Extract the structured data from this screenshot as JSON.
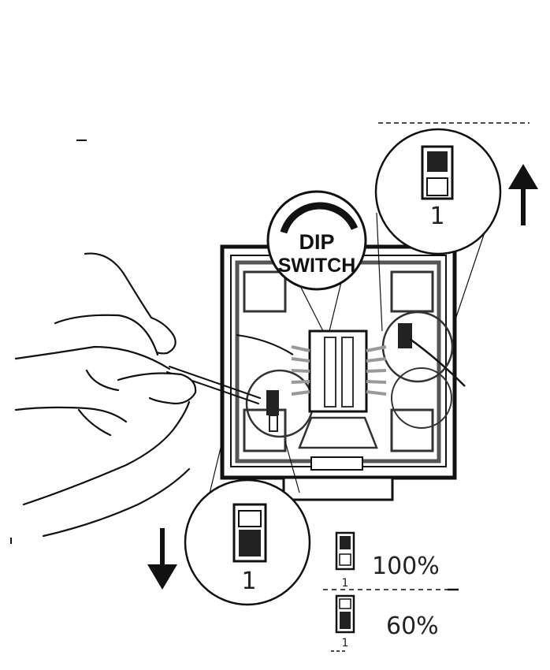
{
  "badge": {
    "line1": "DIP",
    "line2": "SWITCH"
  },
  "callout_up": {
    "switch_number": "1",
    "direction": "up"
  },
  "callout_down": {
    "switch_number": "1",
    "direction": "down"
  },
  "legend": [
    {
      "switch_number": "1",
      "position": "up",
      "value": "100%"
    },
    {
      "switch_number": "1",
      "position": "down",
      "value": "60%"
    }
  ],
  "colors": {
    "ink": "#111111",
    "panel_gray": "#6e6e6e",
    "light_gray": "#bdbdbd"
  }
}
